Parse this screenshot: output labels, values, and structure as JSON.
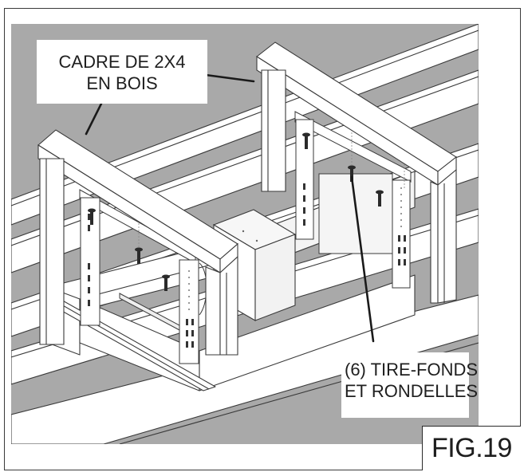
{
  "figure": {
    "id_label": "FIG.19",
    "colors": {
      "background_shade": "#a8a8a8",
      "line": "#3a3a3a",
      "wood": "#ffffff",
      "leader": "#1a1a1a"
    }
  },
  "callouts": [
    {
      "name": "wood-frame-label",
      "lines": [
        "CADRE DE 2X4",
        "EN BOIS"
      ]
    },
    {
      "name": "lag-screws-label",
      "lines": [
        "(6) TIRE-FONDS",
        "ET RONDELLES"
      ]
    }
  ]
}
